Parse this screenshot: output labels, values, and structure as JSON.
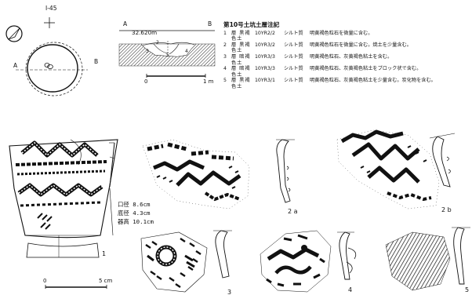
{
  "plan": {
    "grid_label": "I-45",
    "section_a": "A",
    "section_b": "B"
  },
  "section": {
    "label_a": "A",
    "label_b": "B",
    "elevation": "32.620m",
    "layer_numbers": [
      "1",
      "2",
      "3",
      "4",
      "5"
    ],
    "scale_zero": "0",
    "scale_end": "1 m"
  },
  "soil_legend": {
    "title": "第10号土坑土層注記",
    "layers": [
      {
        "no": "1",
        "name": "層 黒褐色土",
        "code": "10YR2/2",
        "type": "シルト質",
        "desc": "明黄褐色粒石を微量に含む。"
      },
      {
        "no": "2",
        "name": "層 黒褐色土",
        "code": "10YR3/2",
        "type": "シルト質",
        "desc": "明黄褐色粒石を微量に含む。焼土を少量含む。"
      },
      {
        "no": "3",
        "name": "層 暗褐色土",
        "code": "10YR3/3",
        "type": "シルト質",
        "desc": "明黄褐色粒石、灰黄褐色粘土を含む。"
      },
      {
        "no": "4",
        "name": "層 暗褐色土",
        "code": "10YR3/3",
        "type": "シルト質",
        "desc": "明黄褐色粒石、灰黄褐色粘土をブロック状で含む。"
      },
      {
        "no": "5",
        "name": "層 黒褐色土",
        "code": "10YR3/1",
        "type": "シルト質",
        "desc": "明黄褐色粒石、灰黄褐色粘土を少量含む。炭化物を含む。"
      }
    ]
  },
  "vessel": {
    "rim_diameter": "口径 8.6cm",
    "base_diameter": "底径 4.3cm",
    "height": "器高 10.1cm",
    "scale_zero": "0",
    "scale_end": "5 cm"
  },
  "figure_numbers": [
    "1",
    "2 a",
    "2 b",
    "3",
    "4",
    "5"
  ],
  "icons": [
    "north-arrow-icon",
    "grid-cross-icon"
  ]
}
